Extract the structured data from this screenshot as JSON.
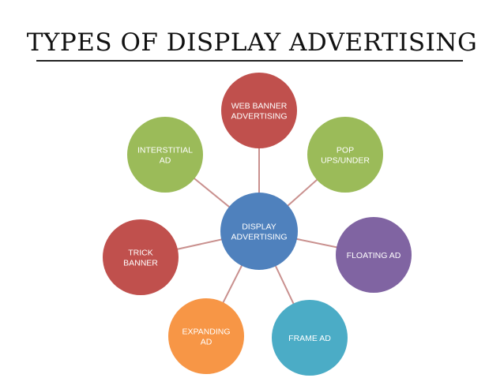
{
  "title": "TYPES OF DISPLAY ADVERTISING",
  "center": {
    "label_lines": [
      "DISPLAY",
      "ADVERTISING"
    ],
    "color": "#4F81BD"
  },
  "nodes": [
    {
      "id": "web-banner",
      "label_lines": [
        "WEB BANNER",
        "ADVERTISING"
      ],
      "color": "#C0504D"
    },
    {
      "id": "pop-ups",
      "label_lines": [
        "POP",
        "UPS/UNDER"
      ],
      "color": "#9BBB59"
    },
    {
      "id": "floating-ad",
      "label_lines": [
        "FLOATING AD"
      ],
      "color": "#8064A2"
    },
    {
      "id": "frame-ad",
      "label_lines": [
        "FRAME AD"
      ],
      "color": "#4BACC6"
    },
    {
      "id": "expanding-ad",
      "label_lines": [
        "EXPANDING",
        "AD"
      ],
      "color": "#F79646"
    },
    {
      "id": "trick-banner",
      "label_lines": [
        "TRICK",
        "BANNER"
      ],
      "color": "#C0504D"
    },
    {
      "id": "interstitial-ad",
      "label_lines": [
        "INTERSTITIAL",
        "AD"
      ],
      "color": "#9BBB59"
    }
  ],
  "connector_color": "#C9908E"
}
